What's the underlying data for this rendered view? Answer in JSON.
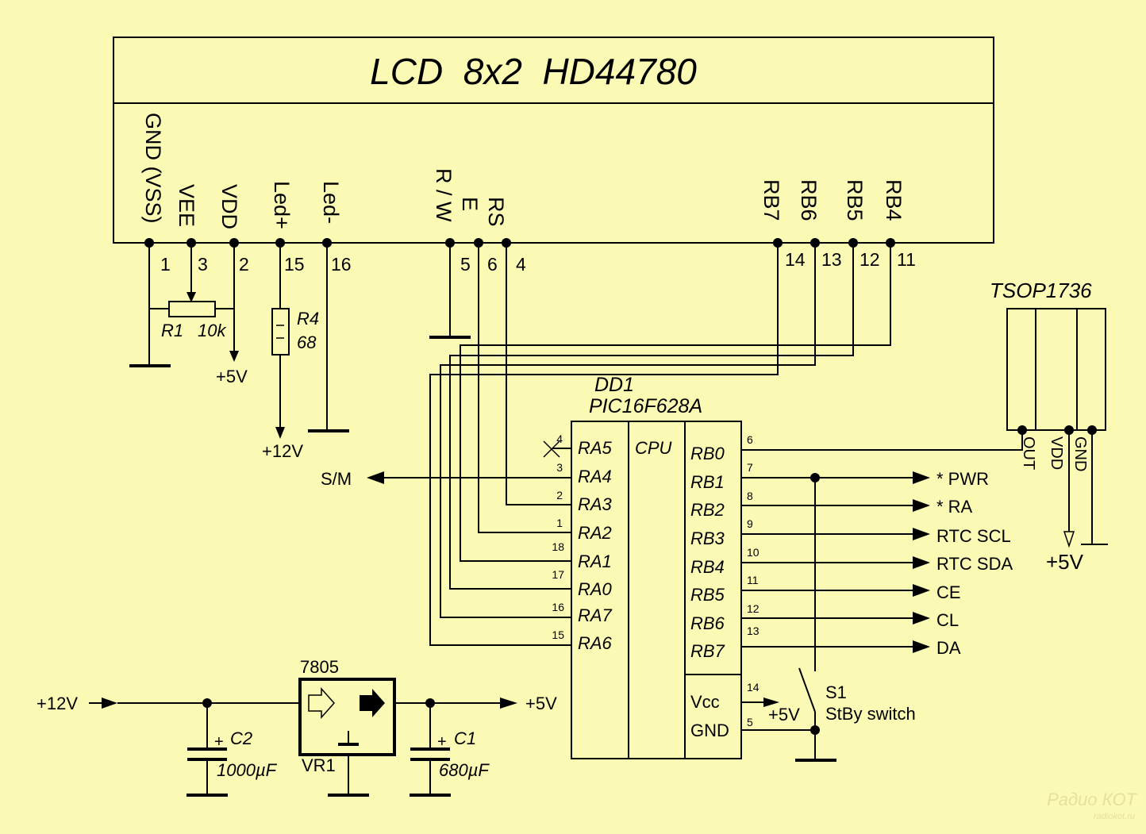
{
  "colors": {
    "background": "#fafab4",
    "ink": "#000000"
  },
  "lcd": {
    "title": "LCD  8x2  HD44780",
    "pins": [
      {
        "name": "GND (VSS)",
        "num": "1"
      },
      {
        "name": "VEE",
        "num": "3"
      },
      {
        "name": "VDD",
        "num": "2"
      },
      {
        "name": "Led+",
        "num": "15"
      },
      {
        "name": "Led-",
        "num": "16"
      },
      {
        "name": "R / W",
        "num": "5"
      },
      {
        "name": "E",
        "num": "6"
      },
      {
        "name": "RS",
        "num": "4"
      },
      {
        "name": "RB7",
        "num": "14"
      },
      {
        "name": "RB6",
        "num": "13"
      },
      {
        "name": "RB5",
        "num": "12"
      },
      {
        "name": "RB4",
        "num": "11"
      }
    ]
  },
  "r1": {
    "ref": "R1",
    "value": "10k"
  },
  "r4": {
    "ref": "R4",
    "value": "68"
  },
  "rails": {
    "plus5": "+5V",
    "plus12": "+12V"
  },
  "mcu": {
    "ref": "DD1",
    "part": "PIC16F628A",
    "core": "CPU",
    "left_pins": [
      {
        "name": "RA5",
        "num": "4"
      },
      {
        "name": "RA4",
        "num": "3"
      },
      {
        "name": "RA3",
        "num": "2"
      },
      {
        "name": "RA2",
        "num": "1"
      },
      {
        "name": "RA1",
        "num": "18"
      },
      {
        "name": "RA0",
        "num": "17"
      },
      {
        "name": "RA7",
        "num": "16"
      },
      {
        "name": "RA6",
        "num": "15"
      }
    ],
    "right_pins": [
      {
        "name": "RB0",
        "num": "6"
      },
      {
        "name": "RB1",
        "num": "7"
      },
      {
        "name": "RB2",
        "num": "8"
      },
      {
        "name": "RB3",
        "num": "9"
      },
      {
        "name": "RB4",
        "num": "10"
      },
      {
        "name": "RB5",
        "num": "11"
      },
      {
        "name": "RB6",
        "num": "12"
      },
      {
        "name": "RB7",
        "num": "13"
      }
    ],
    "power_pins": [
      {
        "name": "Vcc",
        "num": "14"
      },
      {
        "name": "GND",
        "num": "5"
      }
    ]
  },
  "signals": {
    "sm": "S/M",
    "outputs": [
      "* PWR",
      "* RA",
      "RTC SCL",
      "RTC SDA",
      "CE",
      "CL",
      "DA"
    ]
  },
  "tsop": {
    "part": "TSOP1736",
    "pins": [
      "OUT",
      "VDD",
      "GND"
    ],
    "supply": "+5V"
  },
  "switch": {
    "ref": "S1",
    "desc": "StBy switch",
    "supply": "+5V"
  },
  "regulator": {
    "part": "7805",
    "ref": "VR1",
    "input": "+12V",
    "output": "+5V"
  },
  "c2": {
    "ref": "C2",
    "value": "1000µF",
    "polarity": "+"
  },
  "c1": {
    "ref": "C1",
    "value": "680µF",
    "polarity": "+"
  },
  "watermark": {
    "line1": "Радио КОТ",
    "line2": "radiokot.ru"
  }
}
